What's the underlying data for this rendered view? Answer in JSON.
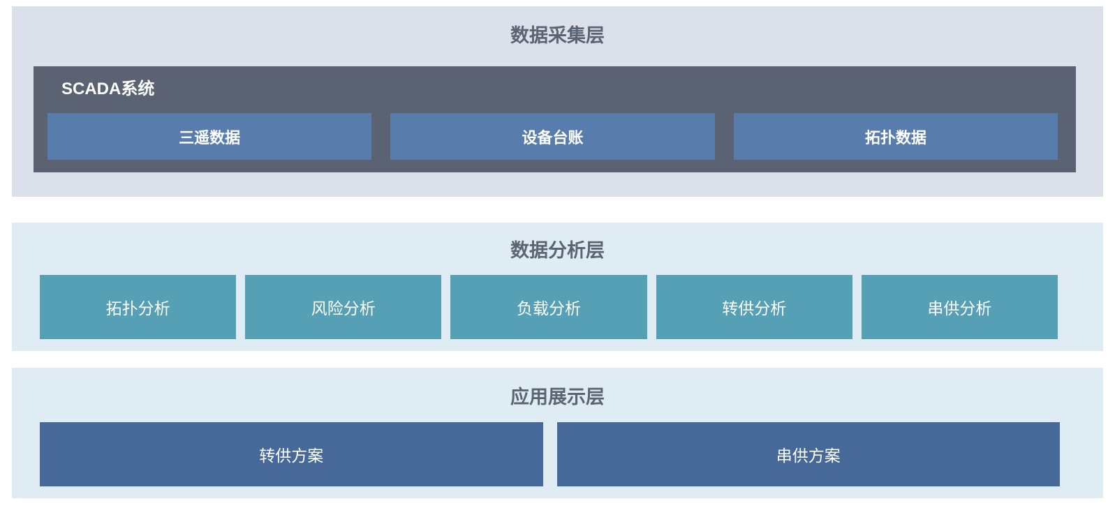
{
  "layers": {
    "collection": {
      "title": "数据采集层",
      "scada": {
        "label": "SCADA系统",
        "boxes": [
          "三遥数据",
          "设备台账",
          "拓扑数据"
        ]
      }
    },
    "analysis": {
      "title": "数据分析层",
      "boxes": [
        "拓扑分析",
        "风险分析",
        "负载分析",
        "转供分析",
        "串供分析"
      ]
    },
    "application": {
      "title": "应用展示层",
      "boxes": [
        "转供方案",
        "串供方案"
      ]
    }
  },
  "colors": {
    "page_bg": "#ffffff",
    "band1_bg": "#dce0ea",
    "band2_bg": "#dfecf3",
    "band3_bg": "#dfecf3",
    "scada_bg": "#5b6372",
    "data_box_bg": "#587dac",
    "analysis_box_bg": "#55a0b5",
    "plan_box_bg": "#46699a",
    "title_color": "#5b6472",
    "box_text_color": "#ffffff"
  }
}
